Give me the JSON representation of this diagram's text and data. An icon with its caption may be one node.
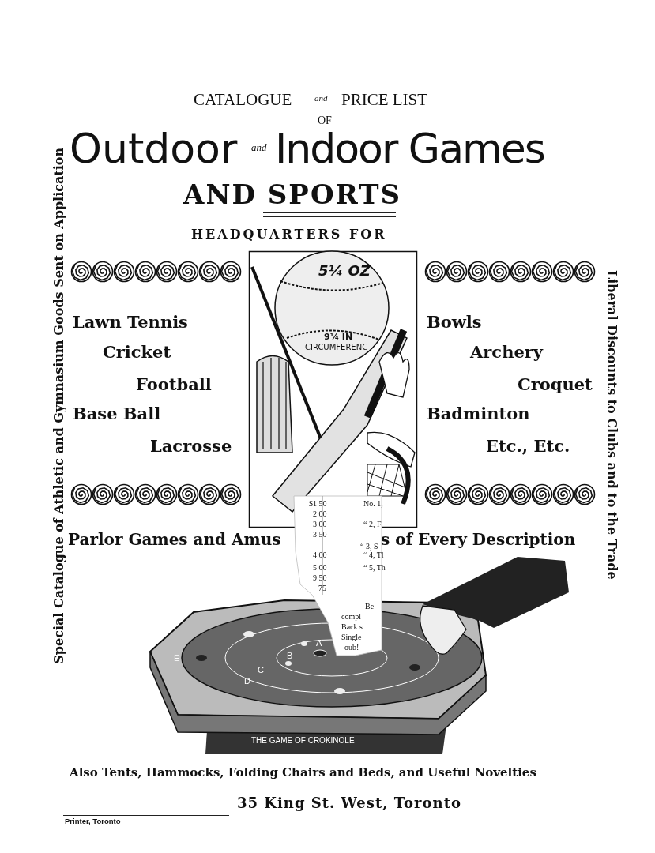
{
  "diagram": {
    "labels": [
      "CATALOGUE",
      "and",
      "PRICE LIST",
      "OF",
      "Outdoor",
      "and",
      "Indoor Games",
      "AND SPORTS",
      "HEADQUARTERS FOR",
      "Special Catalogue of Athletic and Gymnasium Goods Sent on Application",
      "Liberal Discounts to Clubs and to the Trade",
      "Lawn Tennis",
      "Cricket",
      "Football",
      "Base Ball",
      "Lacrosse",
      "Bowls",
      "Archery",
      "Croquet",
      "Badminton",
      "Etc., Etc.",
      "5¼ OZ",
      "9¼ IN",
      "CIRCUMFERENC",
      "Parlor Games and Amus",
      "s of Every Description",
      "$1 50",
      "2 00",
      "3 00",
      "3 50",
      "4 00",
      "5 00",
      "9 50",
      "75",
      "No. 1,",
      "“ 2, F",
      "“ 3, S",
      "“ 4, Tl",
      "“ 5, Th",
      "Be",
      "compl",
      "Back s",
      "Single",
      "oub!",
      "A",
      "B",
      "C",
      "D",
      "E",
      "THE GAME OF CROKINOLE",
      "Also Tents, Hammocks, Folding Chairs and Beds, and Useful Novelties",
      "35 King St. West, Toronto",
      "Printer, Toronto"
    ]
  }
}
